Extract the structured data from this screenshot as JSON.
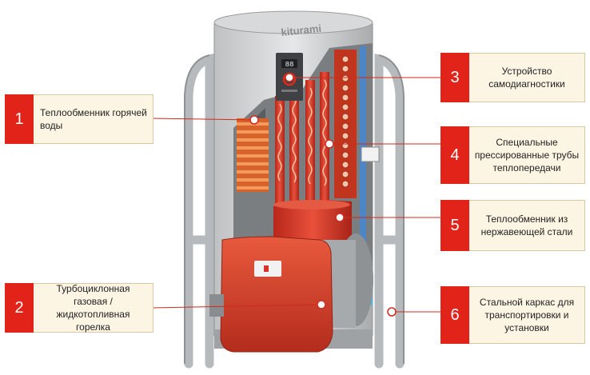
{
  "brand": "kiturami",
  "panel_display": "88",
  "callouts": [
    {
      "number": "1",
      "label": "Теплообменник горячей воды"
    },
    {
      "number": "2",
      "label": "Турбоциклонная газовая / жидкотопливная горелка"
    },
    {
      "number": "3",
      "label": "Устройство самодиагностики"
    },
    {
      "number": "4",
      "label": "Специальные прессированные трубы теплопередачи"
    },
    {
      "number": "5",
      "label": "Теплообменник из нержавеющей стали"
    },
    {
      "number": "6",
      "label": "Стальной каркас для транспортировки и установки"
    }
  ],
  "colors": {
    "accent_red": "#e2231a",
    "label_bg": "#fdf5e3",
    "burner_red": "#d93a26"
  }
}
